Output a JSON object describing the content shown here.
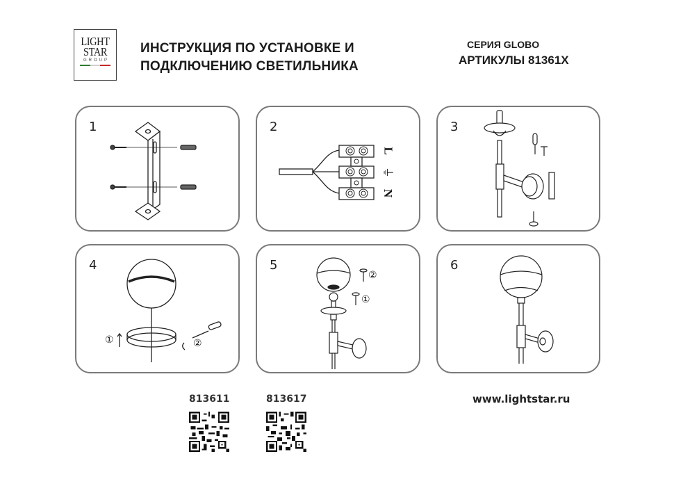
{
  "header": {
    "logo": {
      "line1": "LIGHT",
      "line2": "STAR",
      "line3": "GROUP",
      "flag_colors": [
        "#2e7d32",
        "#cccccc",
        "#c62828"
      ]
    },
    "title_line1": "ИНСТРУКЦИЯ ПО УСТАНОВКЕ И",
    "title_line2": "ПОДКЛЮЧЕНИЮ СВЕТИЛЬНИКА",
    "series": "СЕРИЯ GLOBO",
    "articles": "АРТИКУЛЫ 81361X"
  },
  "steps": [
    {
      "number": "1",
      "illustration": "mounting-bracket-with-screws-and-dowels"
    },
    {
      "number": "2",
      "illustration": "wire-terminal-block",
      "labels": [
        "L",
        "⏚",
        "N"
      ]
    },
    {
      "number": "3",
      "illustration": "mount-fixture-to-bracket-with-screwdriver"
    },
    {
      "number": "4",
      "illustration": "remove-ring-from-globe",
      "callouts": [
        "①",
        "②"
      ]
    },
    {
      "number": "5",
      "illustration": "attach-globe-shade",
      "callouts": [
        "①",
        "②"
      ]
    },
    {
      "number": "6",
      "illustration": "assembled-wall-lamp"
    }
  ],
  "footer": {
    "codes": [
      {
        "article": "813611",
        "qr": "qr-code"
      },
      {
        "article": "813617",
        "qr": "qr-code"
      }
    ],
    "website": "www.lightstar.ru"
  },
  "colors": {
    "border": "#7a7a7a",
    "text": "#1c1c1c",
    "background": "#ffffff"
  }
}
